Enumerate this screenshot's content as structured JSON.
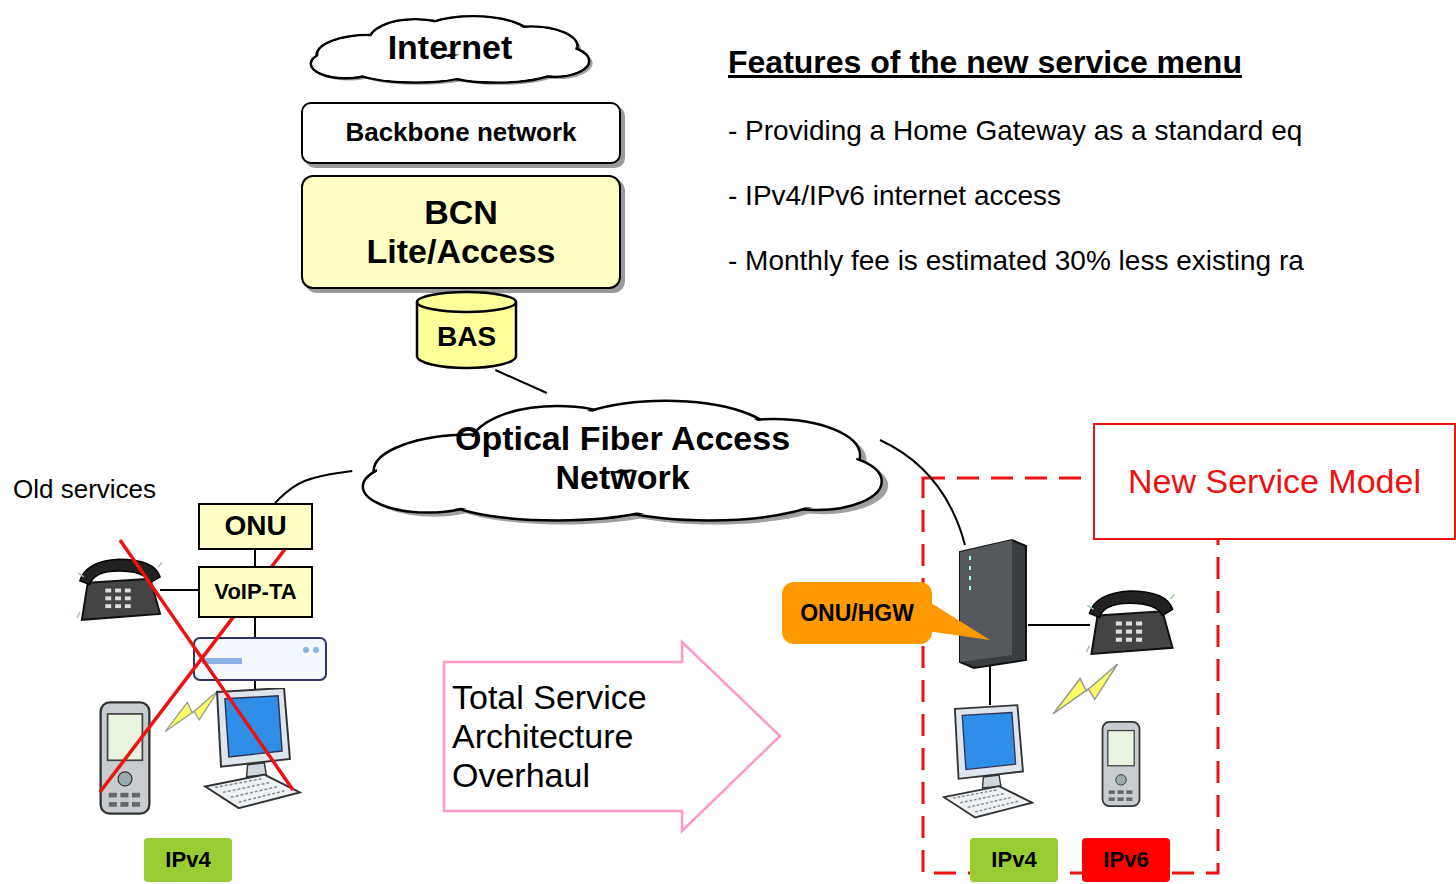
{
  "diagram": {
    "nodes": [
      {
        "text": [
          "Internet"
        ]
      },
      {
        "text": [
          "Backbone network"
        ]
      },
      {
        "text": [
          "BCN Lite/Access"
        ]
      },
      {
        "text": [
          "BAS"
        ]
      },
      {
        "text": [
          "Optical Fiber Access Network"
        ]
      },
      {
        "text": [
          "ONU"
        ]
      },
      {
        "text": [
          "VoIP-TA"
        ]
      },
      {
        "text": [
          "IPv4"
        ]
      },
      {
        "text": [
          "ONU/HGW"
        ]
      },
      {
        "text": [
          "Total Service Architecture Overhaul"
        ]
      },
      {
        "text": [
          "New  Service Model"
        ]
      },
      {
        "text": [
          "IPv4"
        ]
      },
      {
        "text": [
          "IPv6"
        ]
      }
    ],
    "edges": [
      {
        "from": 3,
        "to": 4,
        "arrow": "none"
      },
      {
        "from": 4,
        "to": 5,
        "arrow": "none"
      }
    ],
    "labels": [
      "Features of the new service menu",
      "- Providing a Home Gateway as a standard eq",
      "- IPv4/IPv6 internet access",
      "- Monthly fee is estimated 30% less existing ra",
      "Old services"
    ]
  }
}
